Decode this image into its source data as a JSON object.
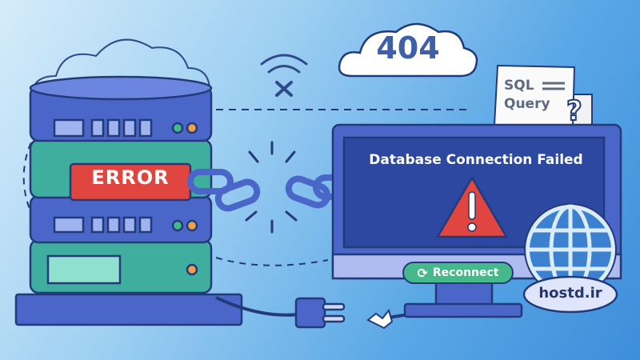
{
  "cloud_badge": {
    "code": "404"
  },
  "sql_note": {
    "line1": "SQL",
    "line2": "Query",
    "icon": "question-mark-icon"
  },
  "monitor": {
    "title": "Database Connection Failed",
    "icon": "warning-triangle-icon"
  },
  "server": {
    "error_label": "ERROR"
  },
  "reconnect_button": {
    "label": "Reconnect",
    "icon": "refresh-icon"
  },
  "globe_badge": {
    "label": "hostd.ir",
    "icon": "globe-icon"
  },
  "colors": {
    "error": "#e0463f",
    "accent": "#46b98c",
    "server_blue": "#4a66c8",
    "server_teal": "#3fae9e",
    "outline": "#233a7a"
  }
}
